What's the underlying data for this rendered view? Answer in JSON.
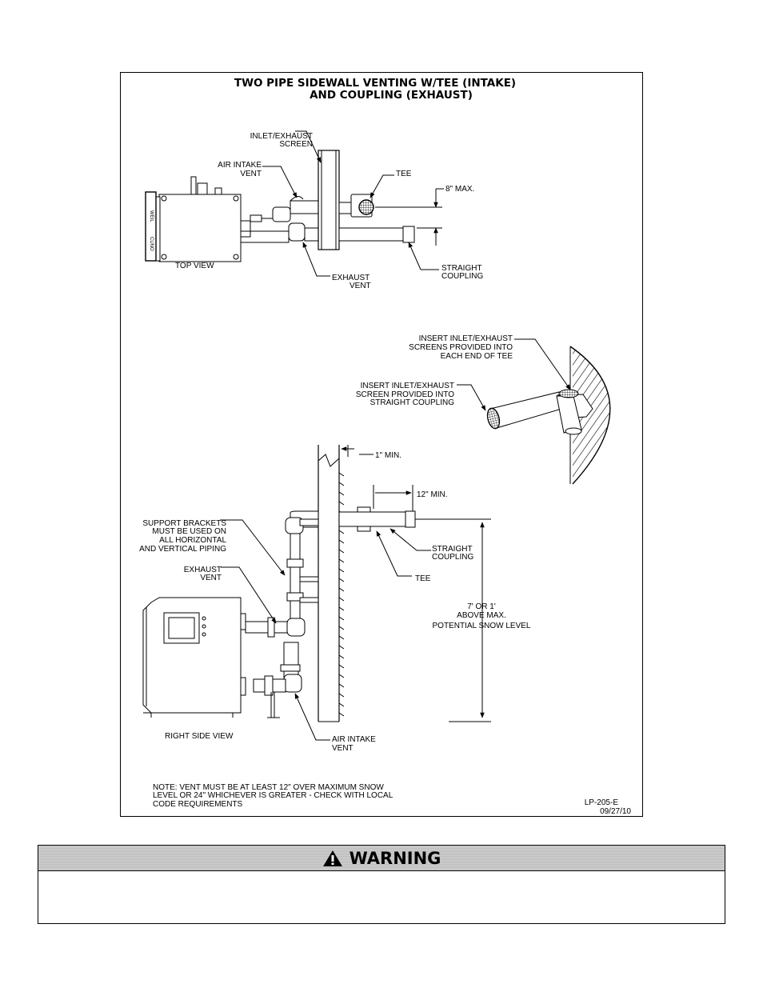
{
  "figure": {
    "title_line1": "TWO PIPE SIDEWALL VENTING W/TEE (INTAKE)",
    "title_line2": "AND COUPLING (EXHAUST)",
    "top_view": {
      "inlet_exhaust_screen": [
        "INLET/EXHAUST",
        "SCREEN"
      ],
      "air_intake_vent": [
        "AIR INTAKE",
        "VENT"
      ],
      "tee": "TEE",
      "max_dim": "8\" MAX.",
      "exhaust_vent": [
        "EXHAUST",
        "VENT"
      ],
      "straight_coupling": [
        "STRAIGHT",
        "COUPLING"
      ],
      "view_label": "TOP VIEW"
    },
    "detail": {
      "tee_screens": [
        "INSERT INLET/EXHAUST",
        "SCREENS PROVIDED INTO",
        "EACH END OF TEE"
      ],
      "coupling_screen": [
        "INSERT INLET/EXHAUST",
        "SCREEN PROVIDED INTO",
        "STRAIGHT COUPLING"
      ]
    },
    "side_view": {
      "min_1": "1\" MIN.",
      "min_12": "12\" MIN.",
      "support_brackets": [
        "SUPPORT BRACKETS",
        "MUST BE USED ON",
        "ALL HORIZONTAL",
        "AND VERTICAL PIPING"
      ],
      "straight_coupling": [
        "STRAIGHT",
        "COUPLING"
      ],
      "exhaust_vent": [
        "EXHAUST",
        "VENT"
      ],
      "tee": "TEE",
      "snow_level": [
        "7' OR 1'",
        "ABOVE MAX.",
        "POTENTIAL SNOW LEVEL"
      ],
      "air_intake_vent": [
        "AIR INTAKE",
        "VENT"
      ],
      "view_label": "RIGHT SIDE VIEW"
    },
    "note": [
      "NOTE: VENT MUST BE AT LEAST 12\" OVER MAXIMUM SNOW",
      "LEVEL OR 24\" WHICHEVER IS GREATER - CHECK WITH LOCAL",
      "CODE REQUIREMENTS"
    ],
    "doc_code": "LP-205-E",
    "doc_date": "09/27/10"
  },
  "warning": {
    "icon": "warning-triangle-icon",
    "title": "WARNING"
  }
}
